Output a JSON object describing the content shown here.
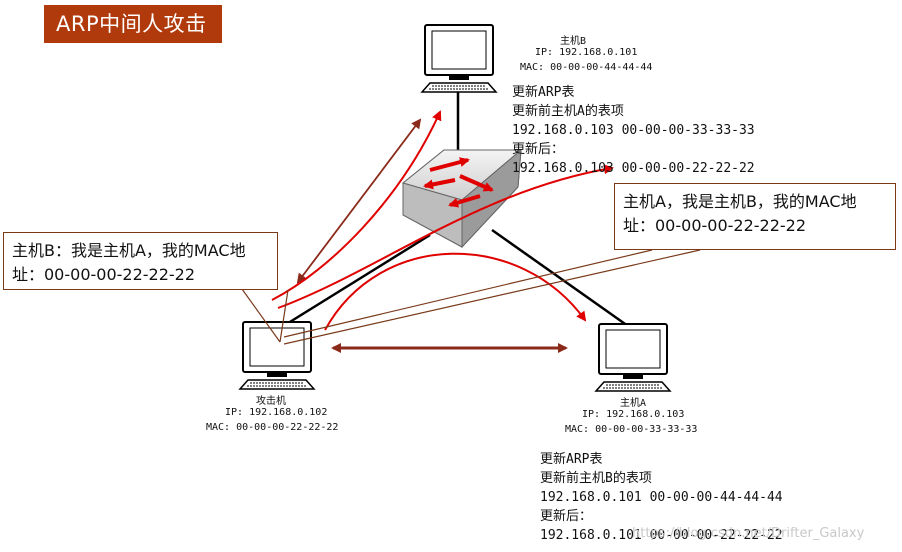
{
  "title": "ARP中间人攻击",
  "host_b": {
    "name": "主机B",
    "ip": "IP: 192.168.0.101",
    "mac": "MAC: 00-00-00-44-44-44",
    "arp_update": [
      "更新ARP表",
      "更新前主机A的表项",
      "192.168.0.103 00-00-00-33-33-33",
      "更新后：",
      "192.168.0.103 00-00-00-22-22-22"
    ]
  },
  "attacker": {
    "name": "攻击机",
    "ip": "IP: 192.168.0.102",
    "mac": "MAC: 00-00-00-22-22-22"
  },
  "host_a": {
    "name": "主机A",
    "ip": "IP: 192.168.0.103",
    "mac": "MAC: 00-00-00-33-33-33",
    "arp_update": [
      "更新ARP表",
      "更新前主机B的表项",
      "192.168.0.101 00-00-00-44-44-44",
      "更新后：",
      "192.168.0.101 00-00-00-22-22-22"
    ]
  },
  "callout_to_b": "主机B：我是主机A，我的MAC地址：00-00-00-22-22-22",
  "callout_to_a": "主机A，我是主机B，我的MAC地址：00-00-00-22-22-22",
  "watermark": "https://blog.csdn.net/Drifter_Galaxy",
  "colors": {
    "title_bg": "#b03a0c",
    "red_arrow": "#e00000",
    "brown_arrow": "#8b2a1a",
    "callout_border": "#7a3a1a"
  }
}
